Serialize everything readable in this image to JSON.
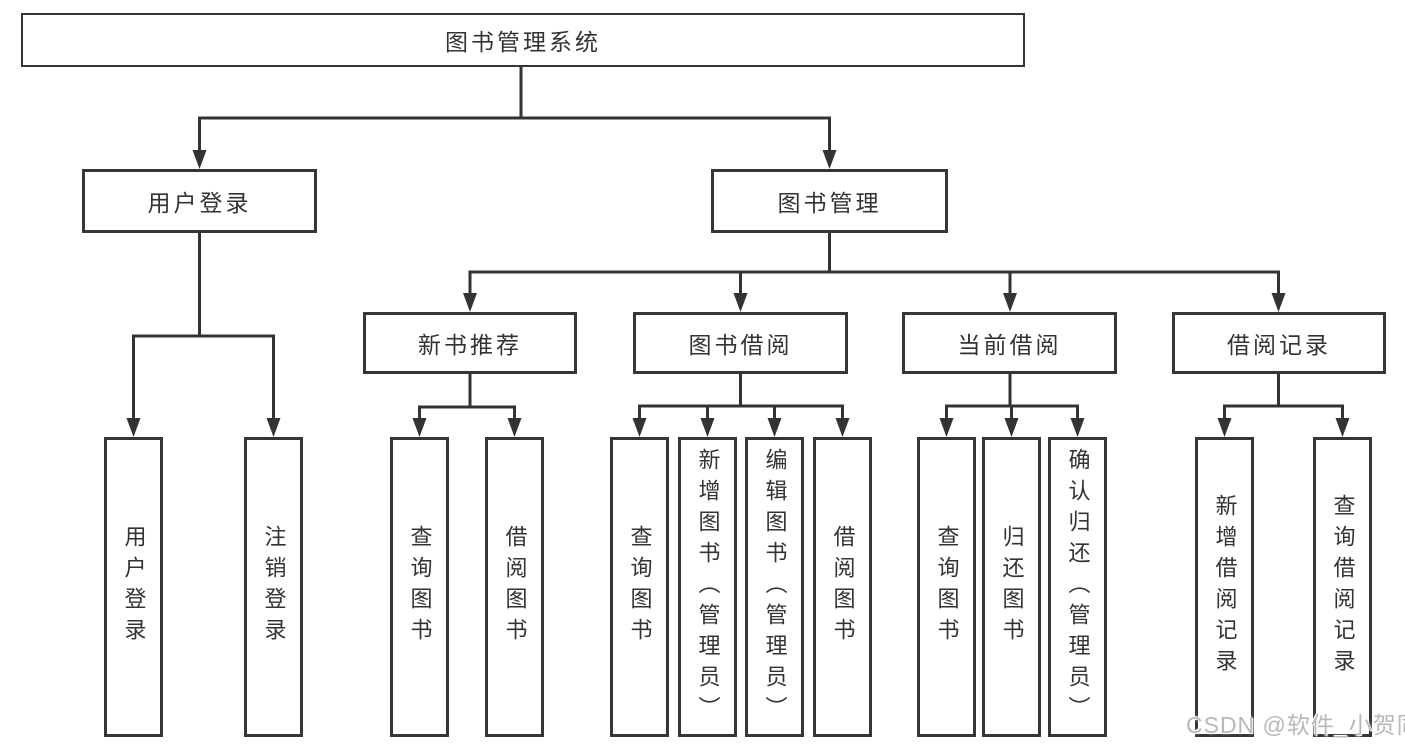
{
  "diagram": {
    "root": {
      "label": "图书管理系统"
    },
    "branches": [
      {
        "id": "user-login",
        "label": "用户登录"
      },
      {
        "id": "book-management",
        "label": "图书管理"
      }
    ],
    "sections": [
      {
        "id": "new-book-recommend",
        "label": "新书推荐"
      },
      {
        "id": "book-borrowing",
        "label": "图书借阅"
      },
      {
        "id": "current-borrowing",
        "label": "当前借阅"
      },
      {
        "id": "borrowing-records",
        "label": "借阅记录"
      }
    ],
    "leaves": [
      {
        "id": "user-login-action",
        "parent": "用户登录",
        "label": "用户登录"
      },
      {
        "id": "logout-action",
        "parent": "用户登录",
        "label": "注销登录"
      },
      {
        "id": "query-books-recommend",
        "parent": "新书推荐",
        "label": "查询图书"
      },
      {
        "id": "borrow-books-recommend",
        "parent": "新书推荐",
        "label": "借阅图书"
      },
      {
        "id": "query-books-borrowing",
        "parent": "图书借阅",
        "label": "查询图书"
      },
      {
        "id": "add-books-admin",
        "parent": "图书借阅",
        "label": "新增图书（管理员）"
      },
      {
        "id": "edit-books-admin",
        "parent": "图书借阅",
        "label": "编辑图书（管理员）"
      },
      {
        "id": "borrow-books-borrowing",
        "parent": "图书借阅",
        "label": "借阅图书"
      },
      {
        "id": "query-books-current",
        "parent": "当前借阅",
        "label": "查询图书"
      },
      {
        "id": "return-books",
        "parent": "当前借阅",
        "label": "归还图书"
      },
      {
        "id": "confirm-return-admin",
        "parent": "当前借阅",
        "label": "确认归还（管理员）"
      },
      {
        "id": "add-borrow-record",
        "parent": "借阅记录",
        "label": "新增借阅记录"
      },
      {
        "id": "query-borrow-record",
        "parent": "借阅记录",
        "label": "查询借阅记录"
      }
    ],
    "watermark": "CSDN @软件_小贺同学"
  },
  "colors": {
    "line": "#333333",
    "border": "#363636",
    "text": "#333333",
    "watermark": "#b8b8b8",
    "background": "#ffffff"
  }
}
